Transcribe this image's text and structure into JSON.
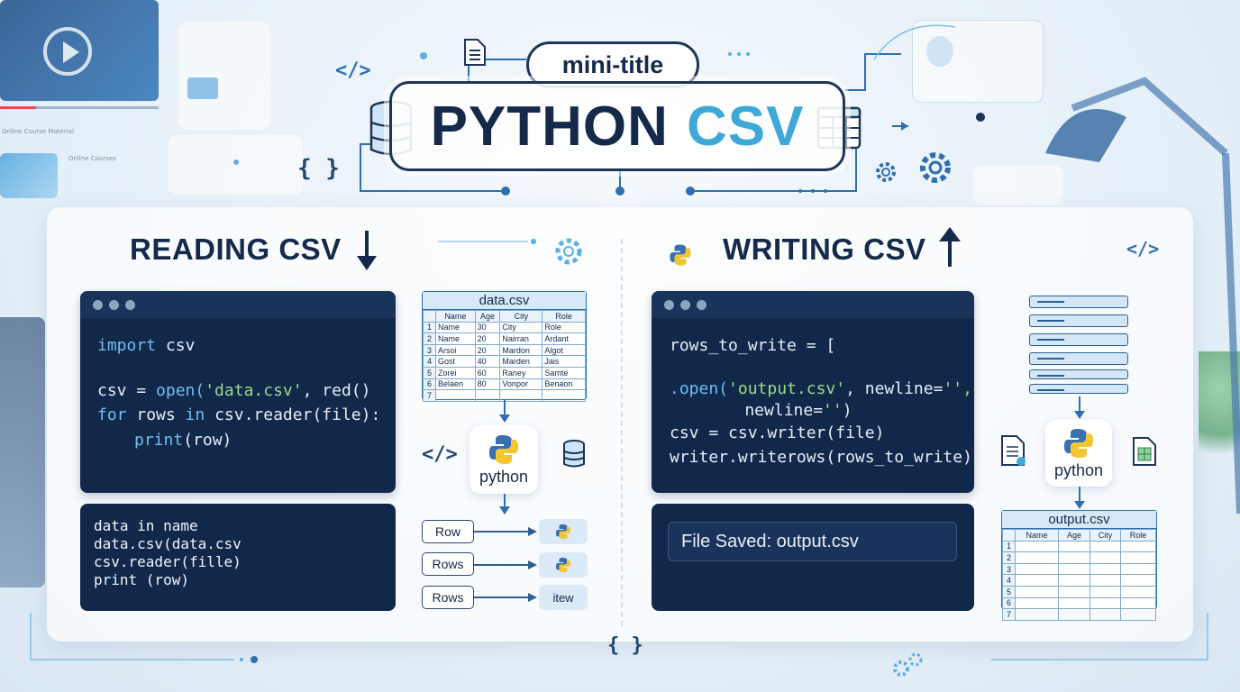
{
  "header": {
    "mini_title": "mini-title",
    "title_main": "PYTHON",
    "title_accent": "CSV"
  },
  "background": {
    "course_label": "Online Course Material",
    "courses_label": "Online Courses"
  },
  "reading": {
    "title": "READING CSV",
    "code": {
      "line1_kw": "import",
      "line1_rest": " csv",
      "line2_a": "csv = ",
      "line2_fn": "open(",
      "line2_str": "'data.csv'",
      "line2_b": ", red()",
      "line3_kw": "for",
      "line3_a": " rows ",
      "line3_kw2": "in",
      "line3_b": " csv.reader(file):",
      "line4_fn": "print",
      "line4_rest": "(row)"
    },
    "output": [
      "data in name",
      "data.csv(data.csv",
      "csv.reader(fille)",
      "print (row)"
    ],
    "table": {
      "name": "data.csv",
      "headers": [
        "Name",
        "Age",
        "City",
        "Role"
      ],
      "rows": [
        [
          "1",
          "Name",
          "30",
          "City",
          "Role"
        ],
        [
          "2",
          "Name",
          "20",
          "Nairran",
          "Ardant"
        ],
        [
          "3",
          "Arsoi",
          "20",
          "Mardon",
          "Algot"
        ],
        [
          "4",
          "Gost",
          "40",
          "Marden",
          "Jais"
        ],
        [
          "5",
          "Zorei",
          "60",
          "Raney",
          "Samte"
        ],
        [
          "6",
          "Belaen",
          "80",
          "Vonpor",
          "Benaon"
        ],
        [
          "7",
          "",
          "",
          "",
          ""
        ]
      ]
    },
    "python_label": "python",
    "rows": [
      {
        "label": "Row",
        "target": ""
      },
      {
        "label": "Rows",
        "target": ""
      },
      {
        "label": "Rows",
        "target": "itew"
      }
    ]
  },
  "writing": {
    "title": "WRITING CSV",
    "code": {
      "line1": "rows_to_write = [",
      "line2_a": ".open(",
      "line2_str": "'output.csv'",
      "line2_b": ", newline=",
      "line2_str2": "'',",
      "line3_a": "    newline=",
      "line3_str": "''",
      "line3_b": ")",
      "line4": "csv = csv.writer(file)",
      "line5": "writer.writerows(rows_to_write)"
    },
    "saved": "File Saved: output.csv",
    "python_label": "python",
    "table": {
      "name": "output.csv",
      "headers": [
        "Name",
        "Age",
        "City",
        "Role"
      ],
      "row_numbers": [
        "1",
        "2",
        "3",
        "4",
        "5",
        "6",
        "7"
      ]
    }
  },
  "icons": {
    "code_tag": "</>",
    "braces": "{ }"
  },
  "colors": {
    "navy": "#15294a",
    "accent": "#3ea9d6",
    "code_bg": "#12284a"
  }
}
